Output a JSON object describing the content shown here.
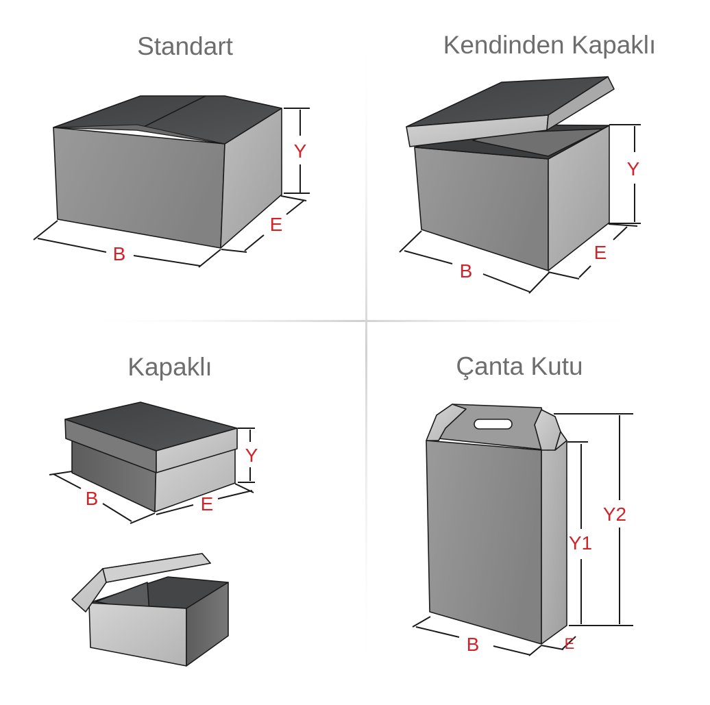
{
  "panels": {
    "standart": {
      "title": "Standart",
      "dims": {
        "width": "B",
        "depth": "E",
        "height": "Y"
      }
    },
    "kendinden_kapakli": {
      "title": "Kendinden Kapaklı",
      "dims": {
        "width": "B",
        "depth": "E",
        "height": "Y"
      }
    },
    "kapakli": {
      "title": "Kapaklı",
      "dims": {
        "width": "B",
        "depth": "E",
        "height": "Y"
      }
    },
    "canta_kutu": {
      "title": "Çanta Kutu",
      "dims": {
        "width": "B",
        "depth": "E",
        "height1": "Y1",
        "height2": "Y2"
      }
    }
  },
  "colors": {
    "title_text": "#6d6d6d",
    "dimension_text": "#d2232a",
    "box_top": "#4a4b4d",
    "box_face": "#8e8e8e"
  }
}
